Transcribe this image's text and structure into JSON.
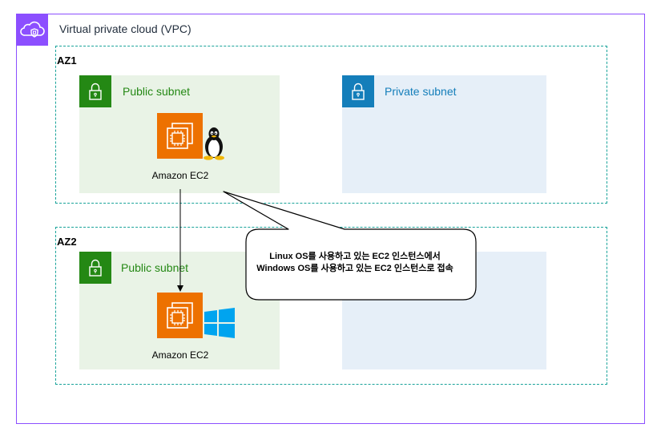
{
  "vpc": {
    "title": "Virtual private cloud (VPC)",
    "icon": "vpc-cloud-icon",
    "color": "#8c4fff"
  },
  "az1": {
    "label": "AZ1",
    "public_subnet": {
      "label": "Public subnet",
      "icon": "lock-icon",
      "color": "#248814",
      "instance": {
        "label": "Amazon EC2",
        "icon": "ec2-icon",
        "os_icon": "linux-tux-icon"
      }
    },
    "private_subnet": {
      "label": "Private subnet",
      "icon": "lock-icon",
      "color": "#147eba"
    }
  },
  "az2": {
    "label": "AZ2",
    "public_subnet": {
      "label": "Public subnet",
      "icon": "lock-icon",
      "color": "#248814",
      "instance": {
        "label": "Amazon EC2",
        "icon": "ec2-icon",
        "os_icon": "windows-logo-icon"
      }
    }
  },
  "callout": {
    "text": "Linux OS를 사용하고 있는 EC2 인스턴스에서 Windows OS를 사용하고 있는 EC2 인스턴스로 접속"
  },
  "colors": {
    "az_border": "#1aa39a",
    "ec2": "#ed7100",
    "public_fill": "#e9f3e6",
    "private_fill": "#e6eff8"
  }
}
